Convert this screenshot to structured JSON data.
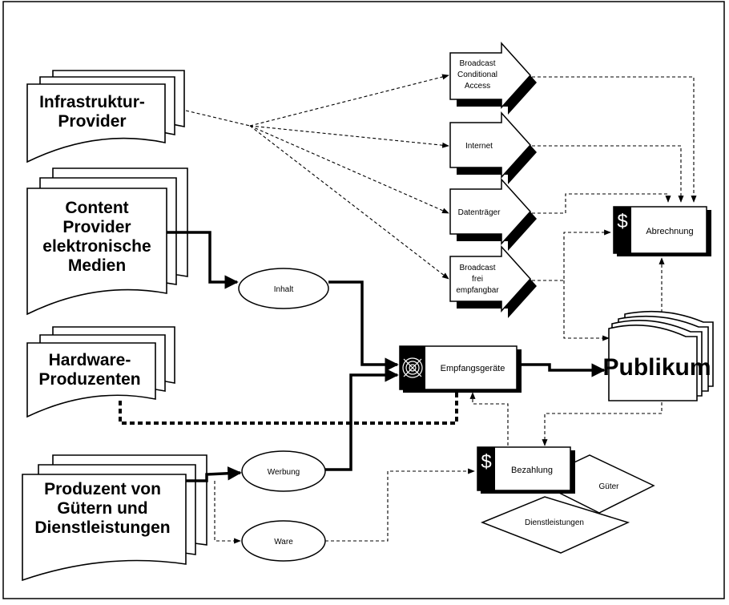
{
  "providers": {
    "infrastructure": [
      "Infrastruktur-",
      "Provider"
    ],
    "content": [
      "Content",
      "Provider",
      "elektronische",
      "Medien"
    ],
    "hardware": [
      "Hardware-",
      "Produzenten"
    ],
    "goods": [
      "Produzent von",
      "Gütern und",
      "Dienstleistungen"
    ]
  },
  "channels": {
    "broadcast_ca": [
      "Broadcast",
      "Conditional",
      "Access"
    ],
    "internet": "Internet",
    "datentraeger": "Datenträger",
    "broadcast_free": [
      "Broadcast",
      "frei",
      "empfangbar"
    ]
  },
  "flows": {
    "inhalt": "Inhalt",
    "werbung": "Werbung",
    "ware": "Ware"
  },
  "devices": {
    "receiver": "Empfangsgeräte",
    "billing": "Abrechnung",
    "payment": "Bezahlung",
    "currency_symbol": "$"
  },
  "audience": "Publikum",
  "goods_types": {
    "gueter": "Güter",
    "services": "Dienstleistungen"
  }
}
